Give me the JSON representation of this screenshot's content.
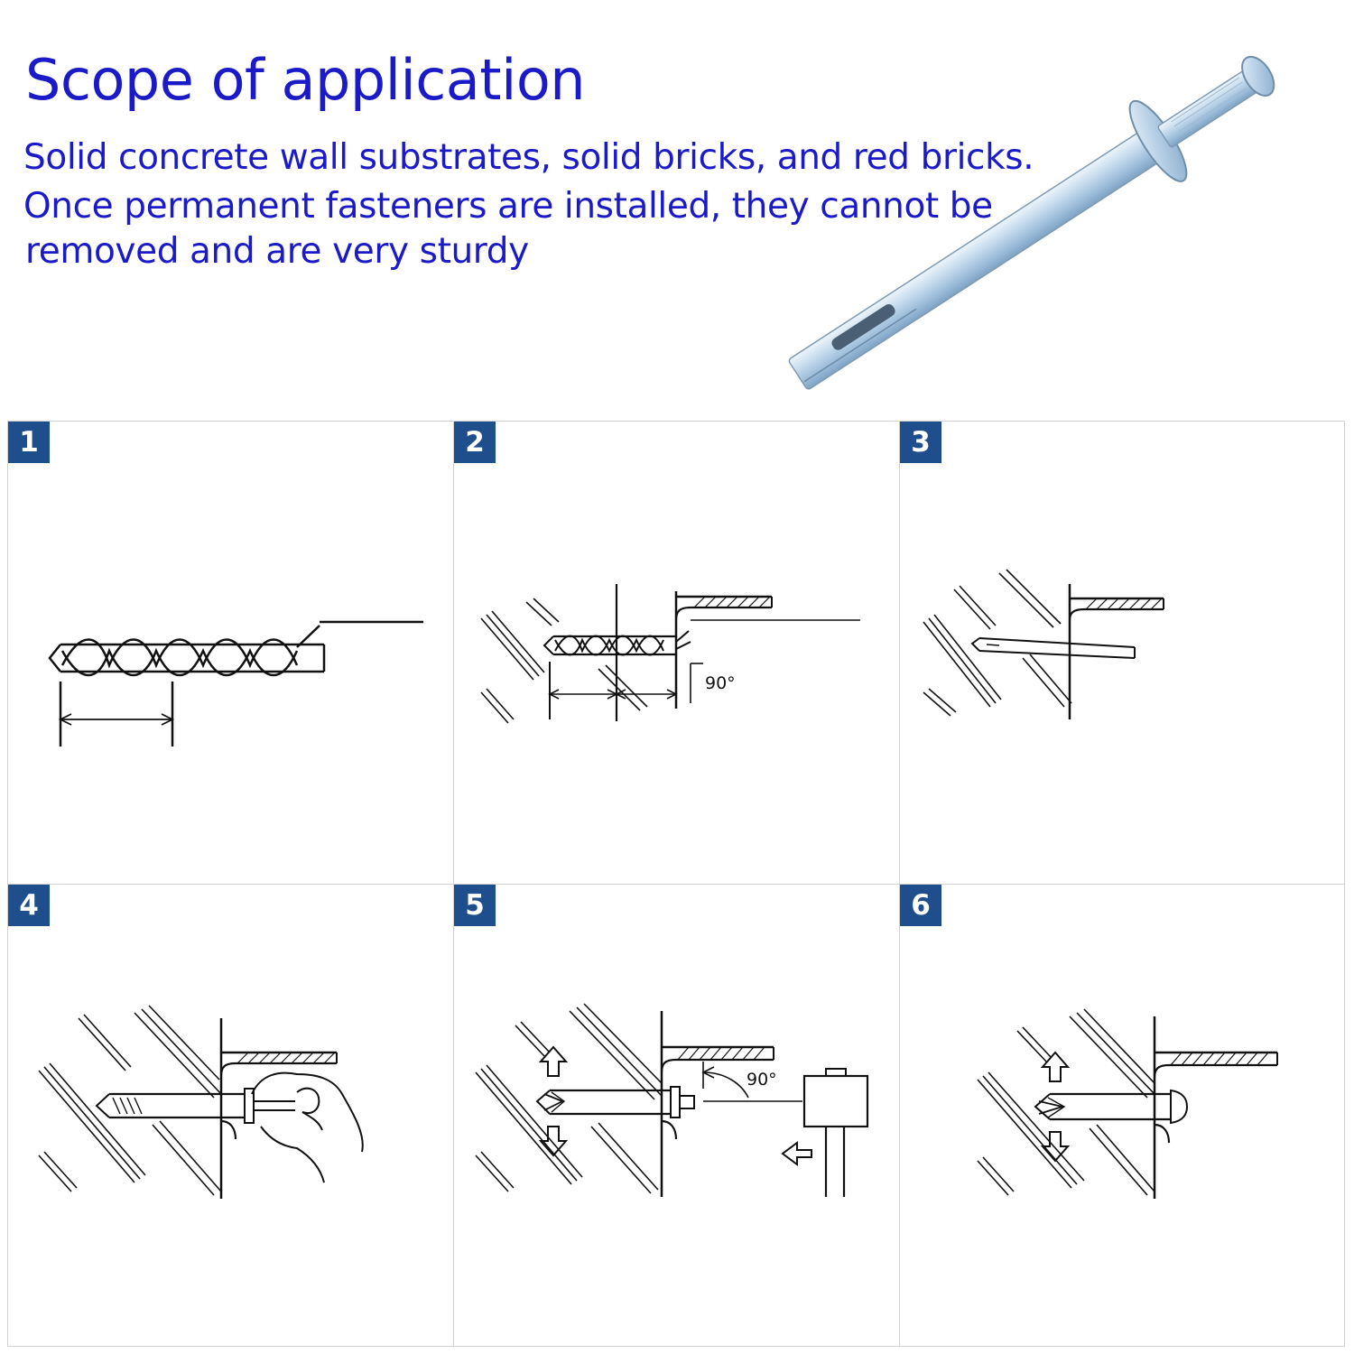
{
  "header": {
    "title": "Scope of application",
    "line1": "Solid concrete wall substrates, solid bricks, and red bricks.",
    "line2": "Once permanent fasteners are installed, they cannot be",
    "line3": "removed and are very sturdy"
  },
  "steps": [
    {
      "number": "1"
    },
    {
      "number": "2",
      "angle_label": "90°"
    },
    {
      "number": "3"
    },
    {
      "number": "4"
    },
    {
      "number": "5",
      "angle_label": "90°"
    },
    {
      "number": "6"
    }
  ],
  "colors": {
    "text_blue": "#1a1ac8",
    "badge_blue": "#1f4e8c",
    "anchor_metal": "#b9d2e8"
  },
  "icons": {
    "product": "hammer-drive-anchor-image",
    "step1": "drill-bit-illustration",
    "step2": "drilling-hole-illustration",
    "step3": "clean-hole-illustration",
    "step4": "insert-anchor-illustration",
    "step5": "hammer-anchor-illustration",
    "step6": "installed-anchor-illustration"
  }
}
